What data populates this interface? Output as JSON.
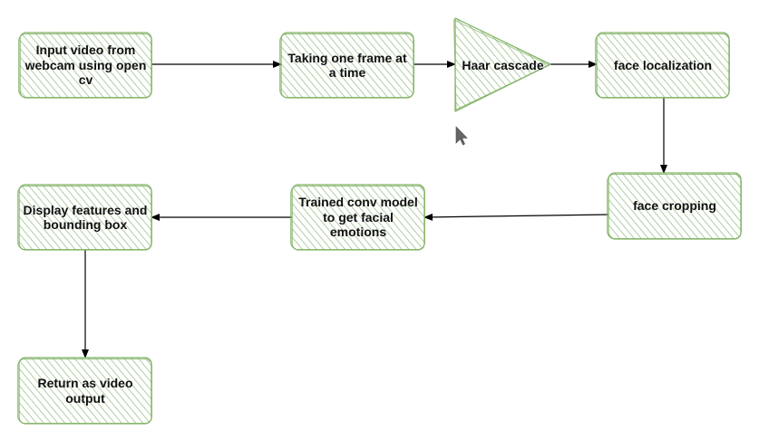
{
  "colors": {
    "node_fill": "#d5e8d4",
    "node_stroke": "#82b366",
    "edge": "#000000",
    "text": "#111111"
  },
  "nodes": {
    "input_video": {
      "label": "Input video from webcam using open cv"
    },
    "one_frame": {
      "label": "Taking one frame at a time"
    },
    "haar": {
      "label": "Haar cascade"
    },
    "face_localization": {
      "label": "face localization"
    },
    "face_cropping": {
      "label": "face cropping"
    },
    "trained_model": {
      "label": "Trained conv model to get facial emotions"
    },
    "display_features": {
      "label": "Display features and bounding box"
    },
    "return_output": {
      "label": "Return as video output"
    }
  },
  "edges": [
    {
      "from": "input_video",
      "to": "one_frame"
    },
    {
      "from": "one_frame",
      "to": "haar"
    },
    {
      "from": "haar",
      "to": "face_localization"
    },
    {
      "from": "face_localization",
      "to": "face_cropping"
    },
    {
      "from": "face_cropping",
      "to": "trained_model"
    },
    {
      "from": "trained_model",
      "to": "display_features"
    },
    {
      "from": "display_features",
      "to": "return_output"
    }
  ],
  "cursor": {
    "icon": "mouse-pointer-icon"
  }
}
